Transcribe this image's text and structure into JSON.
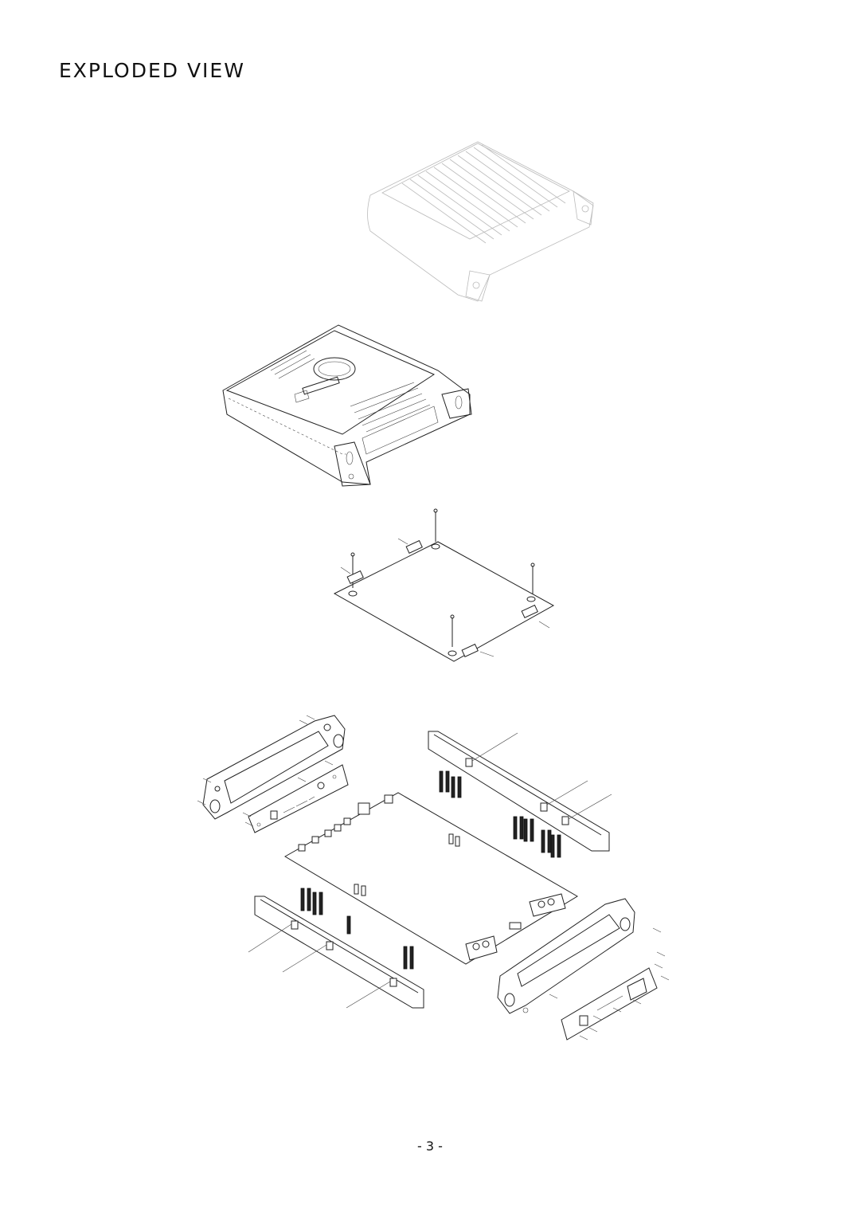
{
  "page": {
    "title": "EXPLODED VIEW",
    "page_number": "- 3 -"
  },
  "figure": {
    "parts": [
      "top-heatsink-cover",
      "amplifier-assembly",
      "pcb-mounting-plate",
      "internal-components-exploded"
    ]
  }
}
